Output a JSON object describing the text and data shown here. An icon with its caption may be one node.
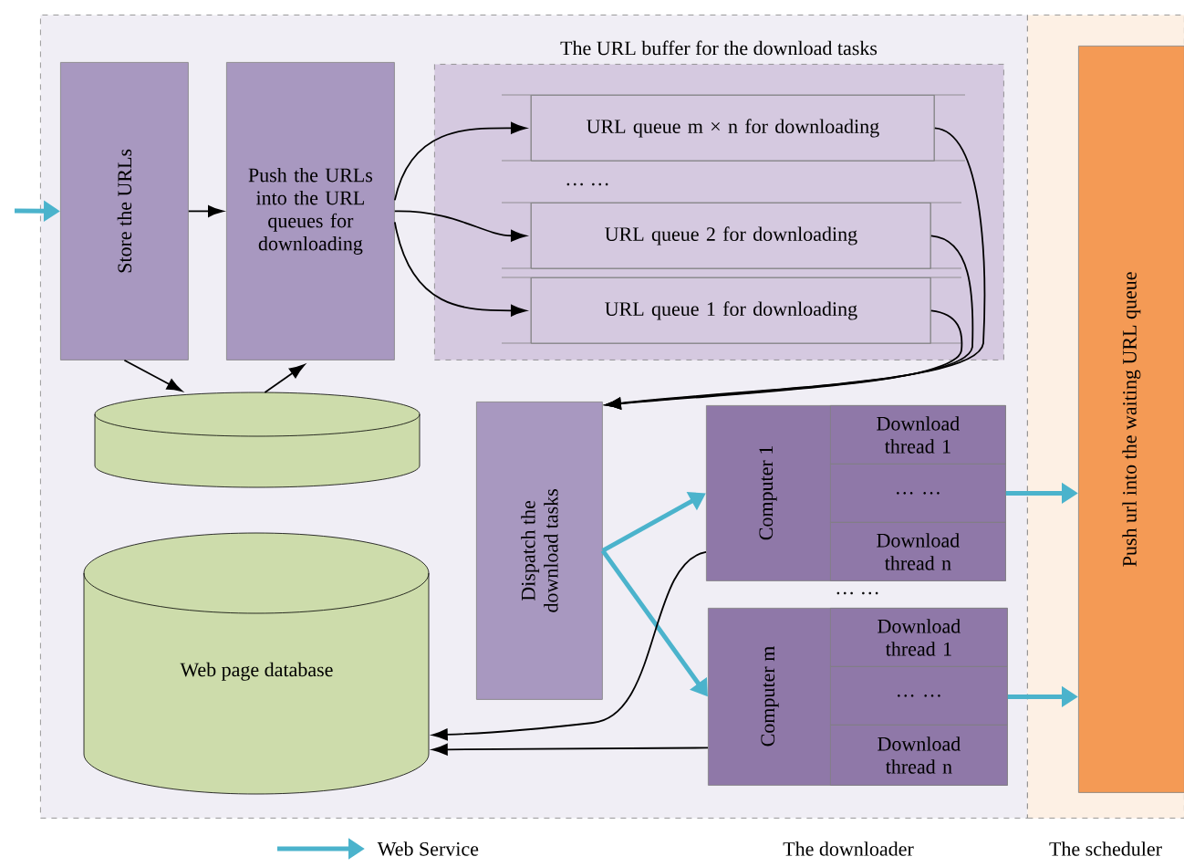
{
  "diagram": {
    "nodes": [
      {
        "text": [
          "The downloader"
        ]
      },
      {
        "text": [
          "The scheduler"
        ]
      },
      {
        "text": [
          "Store the URLs"
        ],
        "in": 0
      },
      {
        "text": [
          "Push the URLs into the URL queues for downloading"
        ],
        "in": 0
      },
      {
        "text": [
          "The URL buffer for the download tasks"
        ],
        "in": 0
      },
      {
        "text": [
          "URL queue m × n for downloading"
        ],
        "in": 4
      },
      {
        "text": [
          "URL queue 2 for downloading"
        ],
        "in": 4
      },
      {
        "text": [
          "URL queue 1 for downloading"
        ],
        "in": 4
      },
      {
        "text": [],
        "shape": "cylinder",
        "in": 0
      },
      {
        "text": [
          "Dispatch the download tasks"
        ],
        "in": 0
      },
      {
        "text": [
          "Computer 1"
        ],
        "in": 0
      },
      {
        "text": [
          "Download thread 1"
        ],
        "in": 10
      },
      {
        "text": [
          "… …"
        ],
        "in": 10
      },
      {
        "text": [
          "Download thread n"
        ],
        "in": 10
      },
      {
        "text": [
          "Computer m"
        ],
        "in": 0
      },
      {
        "text": [
          "Download thread 1"
        ],
        "in": 14
      },
      {
        "text": [
          "… …"
        ],
        "in": 14
      },
      {
        "text": [
          "Download thread n"
        ],
        "in": 14
      },
      {
        "text": [
          "Web page database"
        ],
        "in": 0
      },
      {
        "text": [
          "Push url into the waiting URL queue"
        ],
        "in": 1
      }
    ],
    "edges": [
      {
        "from": null,
        "to": 2,
        "arrow": "to",
        "style": "thick",
        "color": "#4bb3cc"
      },
      {
        "from": 2,
        "to": 3,
        "arrow": "to"
      },
      {
        "from": 3,
        "to": 5,
        "arrow": "to"
      },
      {
        "from": 3,
        "to": 6,
        "arrow": "to"
      },
      {
        "from": 3,
        "to": 7,
        "arrow": "to"
      },
      {
        "from": 2,
        "to": 8,
        "arrow": "to"
      },
      {
        "from": 8,
        "to": 3,
        "arrow": "to"
      },
      {
        "from": 5,
        "to": 9,
        "arrow": "to"
      },
      {
        "from": 6,
        "to": 9,
        "arrow": "to"
      },
      {
        "from": 7,
        "to": 9,
        "arrow": "to"
      },
      {
        "from": 9,
        "to": 10,
        "arrow": "to",
        "style": "thick",
        "color": "#4bb3cc"
      },
      {
        "from": 9,
        "to": 14,
        "arrow": "to",
        "style": "thick",
        "color": "#4bb3cc"
      },
      {
        "from": 10,
        "to": 19,
        "arrow": "to",
        "style": "thick",
        "color": "#4bb3cc"
      },
      {
        "from": 14,
        "to": 19,
        "arrow": "to",
        "style": "thick",
        "color": "#4bb3cc"
      },
      {
        "from": 10,
        "to": 18,
        "arrow": "to"
      },
      {
        "from": 14,
        "to": 18,
        "arrow": "to"
      }
    ],
    "labels": [
      "… …",
      "… …"
    ],
    "legend": [
      {
        "text": "Web Service"
      }
    ]
  }
}
